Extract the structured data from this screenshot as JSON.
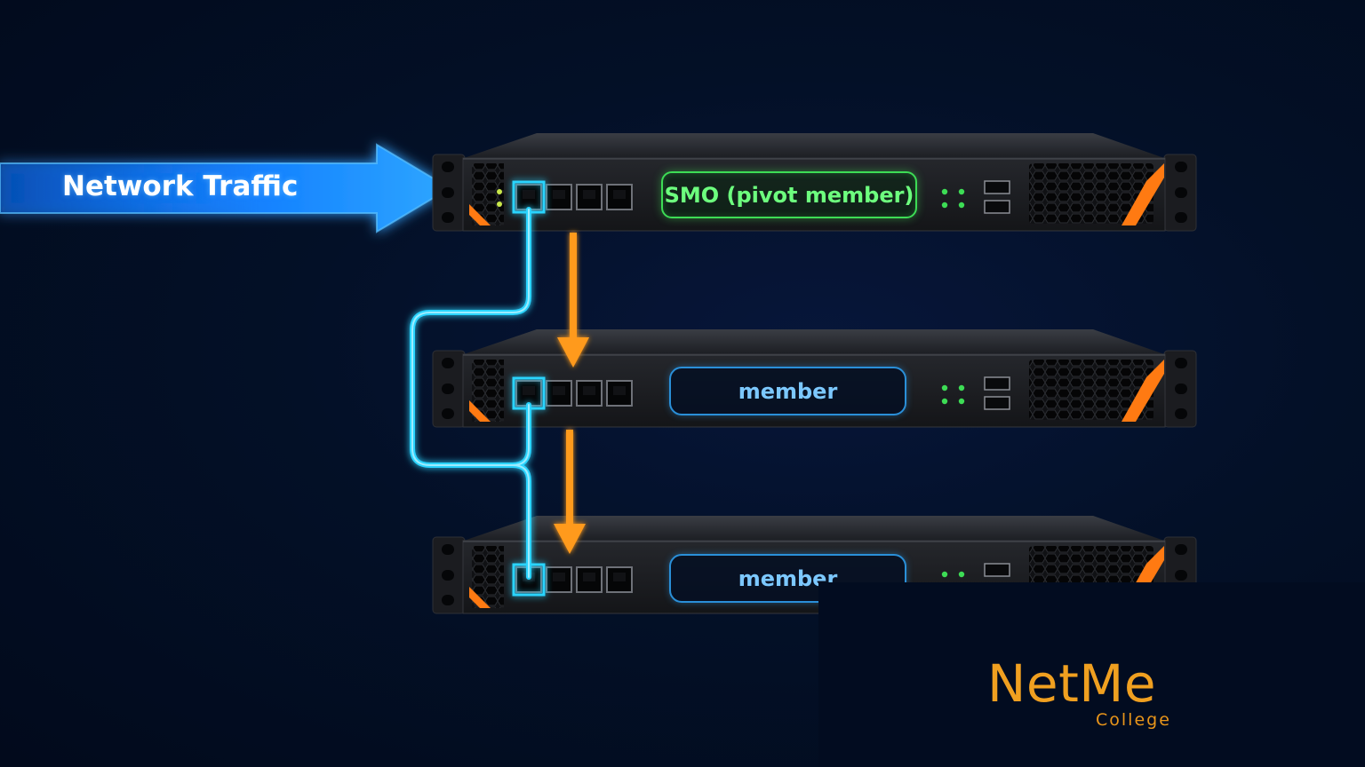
{
  "labels": {
    "traffic": "Network Traffic",
    "pivot_member": "SMO (pivot member)",
    "member_1": "member",
    "member_2": "member"
  },
  "branding": {
    "name": "NetMe",
    "subtitle": "College"
  },
  "colors": {
    "background": "#020c20",
    "traffic_arrow": "#1a8cff",
    "cable": "#2ad4ff",
    "flow_arrow": "#ff9a1a",
    "pivot_badge": "#3ddc55",
    "member_badge": "#2a8fd8",
    "chassis_accent": "#ff7a12",
    "status_led": "#3ddc55",
    "brand": "#f0a020"
  },
  "icons": [
    "rack-server-icon",
    "ethernet-port-icon",
    "status-led-icon",
    "mascot-icon"
  ]
}
